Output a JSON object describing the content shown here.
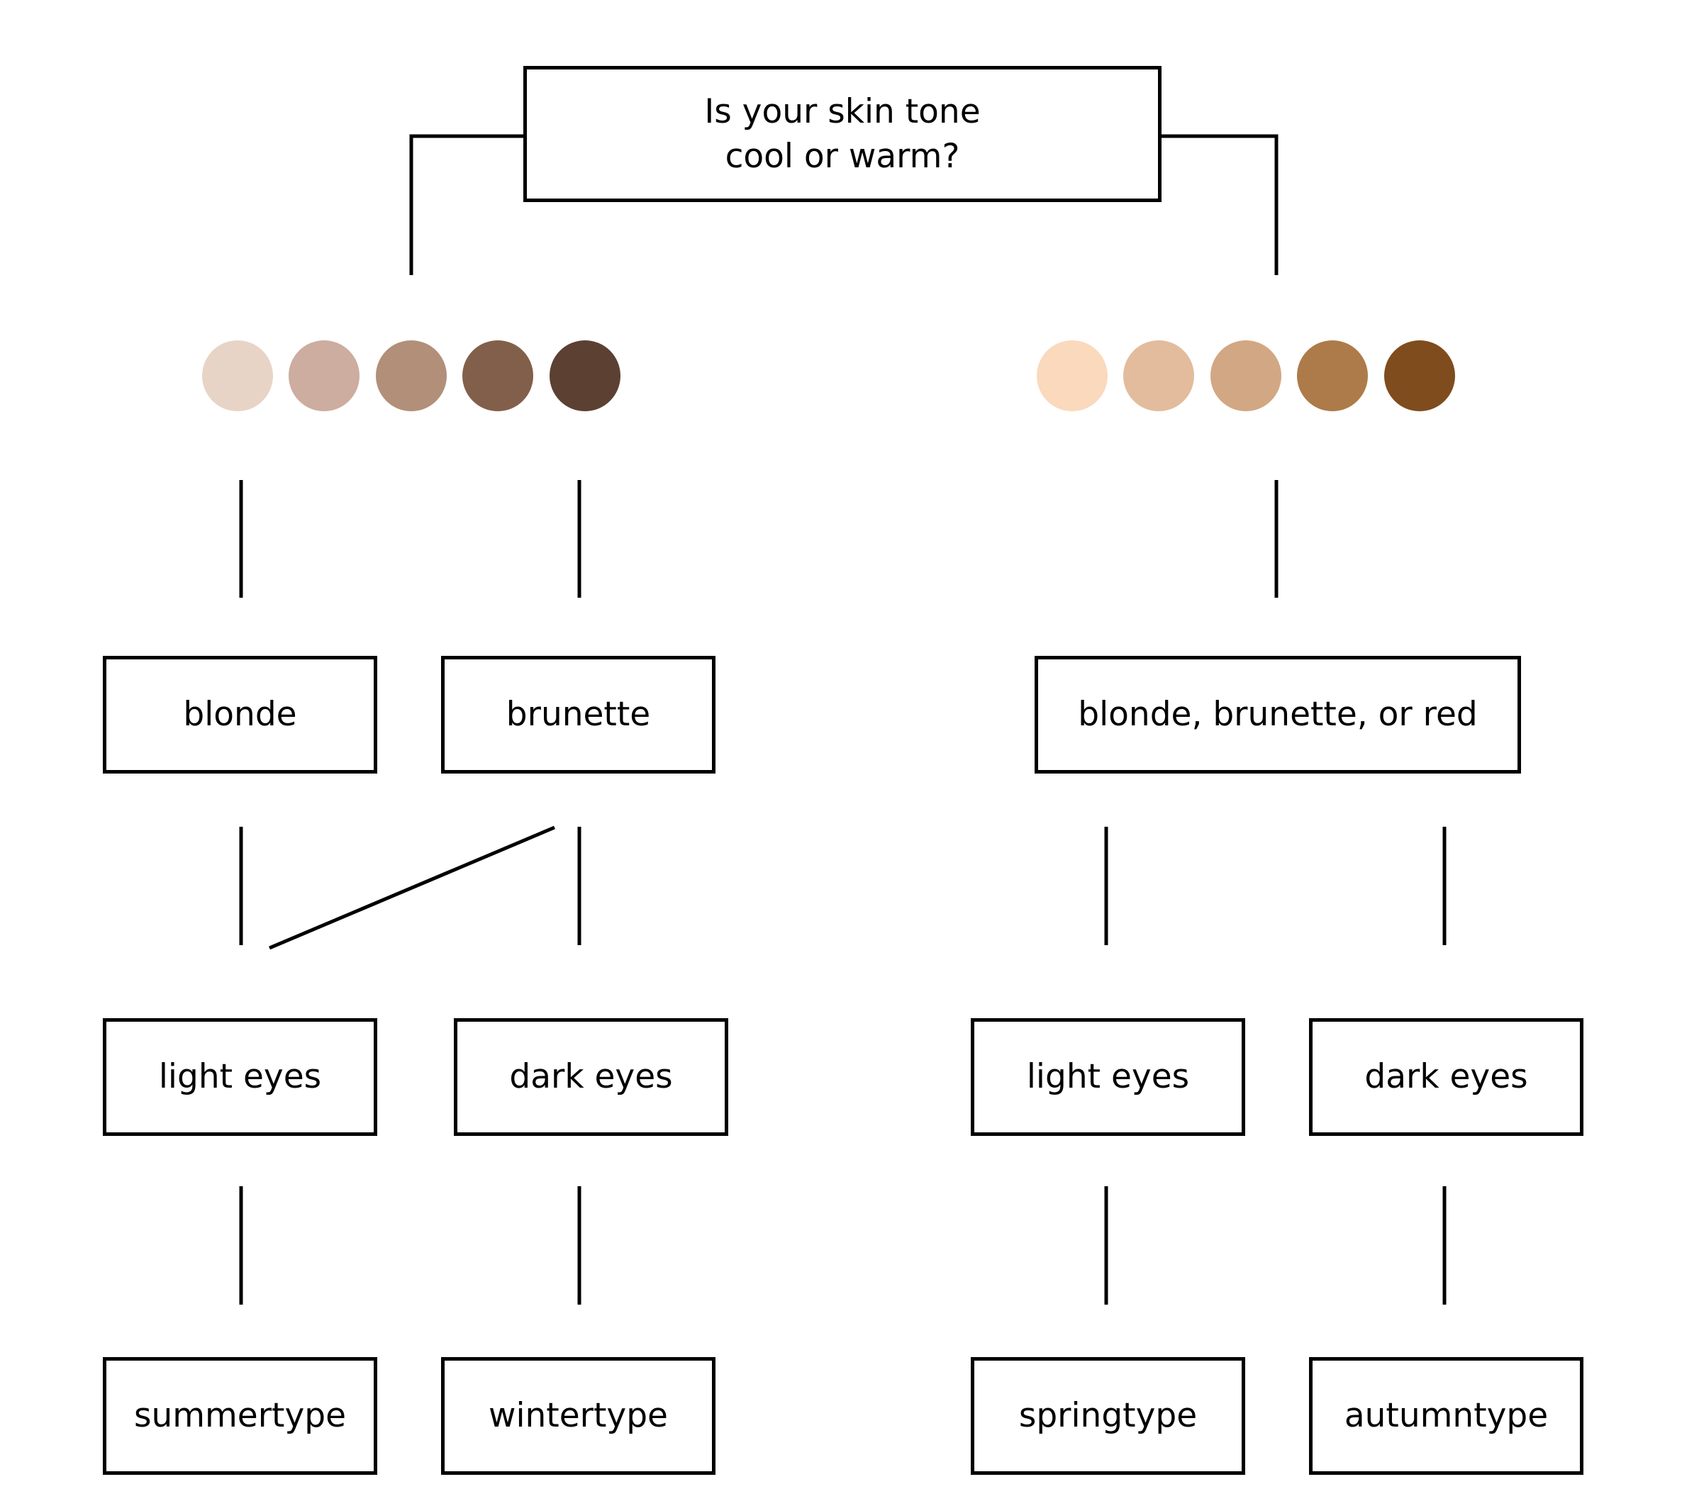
{
  "question": {
    "line1": "Is your skin tone",
    "line2": "cool or warm?"
  },
  "cool_swatches": [
    "#E8D4C6",
    "#CCADA0",
    "#B28F79",
    "#825F4A",
    "#5C4032"
  ],
  "warm_swatches": [
    "#FAD9BD",
    "#E2BC9C",
    "#D2A784",
    "#AD7B49",
    "#7F4C1E"
  ],
  "cool_branch": {
    "hair": [
      "blonde",
      "brunette"
    ],
    "eyes": [
      "light eyes",
      "dark eyes"
    ],
    "types": [
      "summertype",
      "wintertype"
    ]
  },
  "warm_branch": {
    "hair": "blonde, brunette, or red",
    "eyes": [
      "light eyes",
      "dark eyes"
    ],
    "types": [
      "springtype",
      "autumntype"
    ]
  },
  "colors": {
    "line": "#000000",
    "background": "#FFFFFF"
  }
}
